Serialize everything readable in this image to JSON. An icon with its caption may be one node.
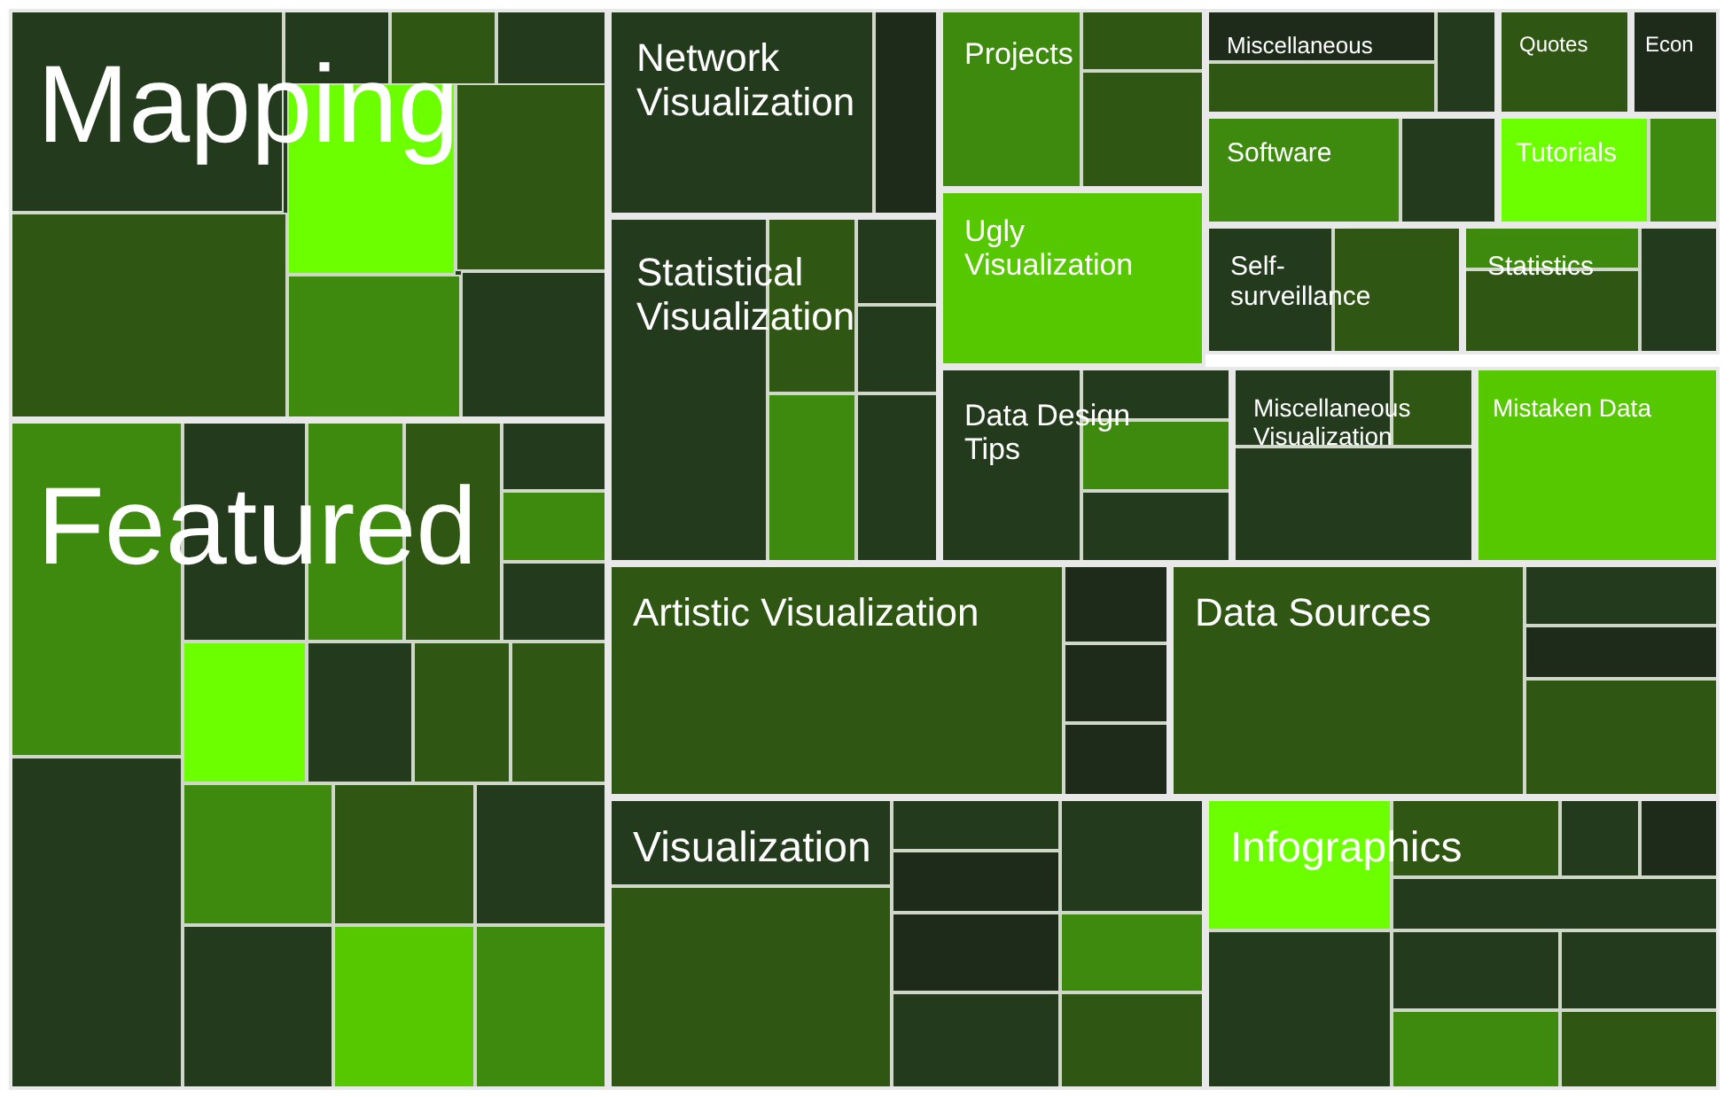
{
  "diagram": {
    "nodes": [
      {
        "text": [
          "Mapping"
        ]
      },
      {
        "text": [
          "Featured"
        ]
      },
      {
        "text": [
          "Network Visualization"
        ]
      },
      {
        "text": [
          "Statistical Visualization"
        ]
      },
      {
        "text": [
          "Projects"
        ]
      },
      {
        "text": [
          "Ugly Visualization"
        ]
      },
      {
        "text": [
          "Data Design Tips"
        ]
      },
      {
        "text": [
          "Miscellaneous"
        ]
      },
      {
        "text": [
          "Quotes"
        ]
      },
      {
        "text": [
          "Econ"
        ]
      },
      {
        "text": [
          "Software"
        ]
      },
      {
        "text": [
          "Tutorials"
        ]
      },
      {
        "text": [
          "Self-surveillance"
        ]
      },
      {
        "text": [
          "Statistics"
        ]
      },
      {
        "text": [
          "Miscellaneous Visualization"
        ]
      },
      {
        "text": [
          "Mistaken Data"
        ]
      },
      {
        "text": [
          "Artistic Visualization"
        ]
      },
      {
        "text": [
          "Data Sources"
        ]
      },
      {
        "text": [
          "Visualization"
        ]
      },
      {
        "text": [
          "Infographics"
        ]
      }
    ]
  }
}
